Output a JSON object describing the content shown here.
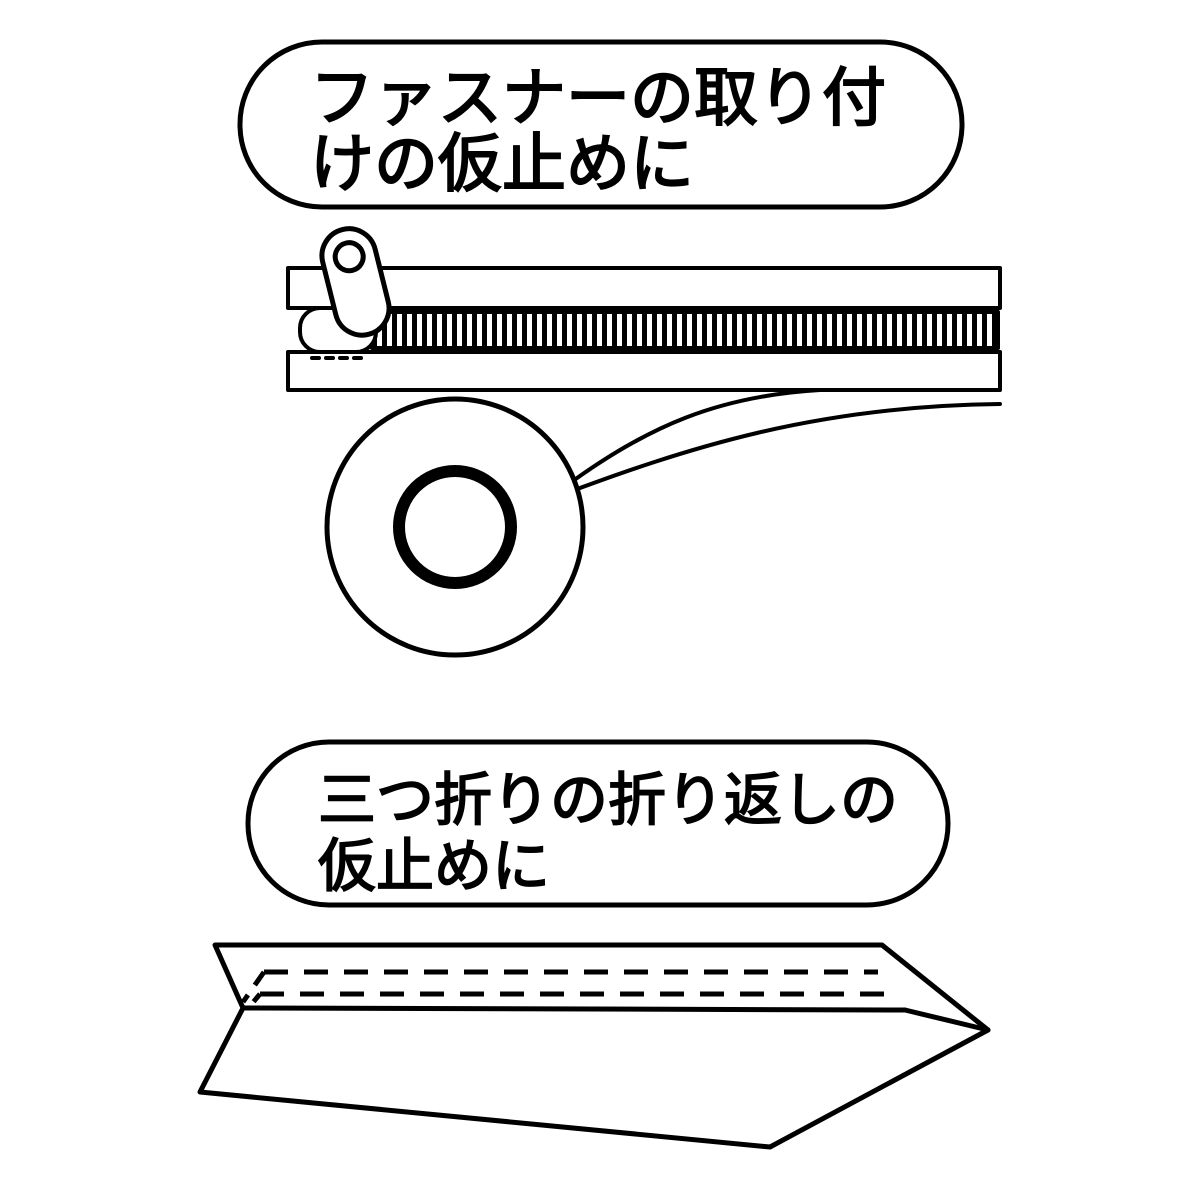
{
  "figure": {
    "background": "#ffffff",
    "line_color": "#000000",
    "sections": {
      "zipper": {
        "caption_line1": "ファスナーの取り付",
        "caption_line2": "けの仮止めに",
        "illustration": "zipper-with-basting-tape-roll"
      },
      "trifold": {
        "caption_line1": "三つ折りの折り返しの",
        "caption_line2": "仮止めに",
        "illustration": "trifold-hem-with-stitch-lines"
      }
    }
  }
}
